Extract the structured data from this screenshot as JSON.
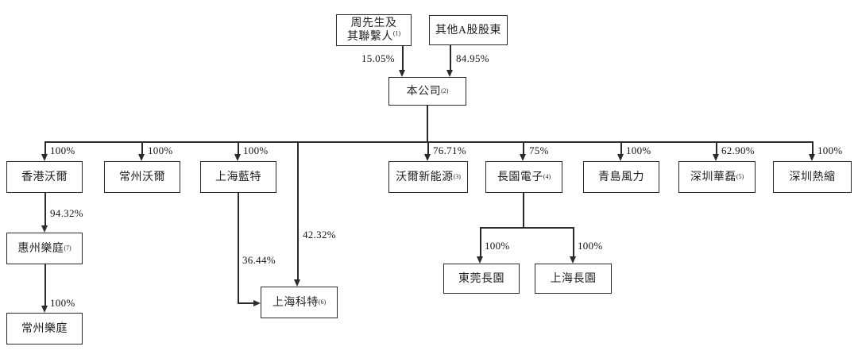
{
  "diagram": {
    "type": "shareholding-structure-chart",
    "colors": {
      "line": "#2b2b2b",
      "text": "#1f1f1f",
      "background": "#ffffff"
    },
    "nodes": {
      "zhou": {
        "line1": "周先生及",
        "line2": "其聯繫人",
        "footnote": "(1)"
      },
      "other_a": {
        "label": "其他A股股東",
        "footnote": ""
      },
      "company": {
        "label": "本公司",
        "footnote": "(2)"
      },
      "hk_wall": {
        "label": "香港沃爾",
        "footnote": ""
      },
      "cz_wall": {
        "label": "常州沃爾",
        "footnote": ""
      },
      "sh_lante": {
        "label": "上海藍特",
        "footnote": ""
      },
      "wall_ne": {
        "label": "沃爾新能源",
        "footnote": "(3)"
      },
      "cy_elec": {
        "label": "長園電子",
        "footnote": "(4)"
      },
      "qd_wind": {
        "label": "青島風力",
        "footnote": ""
      },
      "sz_hualei": {
        "label": "深圳華磊",
        "footnote": "(5)"
      },
      "sz_resuo": {
        "label": "深圳熱縮",
        "footnote": ""
      },
      "hz_leting": {
        "label": "惠州樂庭",
        "footnote": "(7)"
      },
      "cz_leting": {
        "label": "常州樂庭",
        "footnote": ""
      },
      "sh_kete": {
        "label": "上海科特",
        "footnote": "(6)"
      },
      "dg_cy": {
        "label": "東莞長園",
        "footnote": ""
      },
      "sh_cy": {
        "label": "上海長園",
        "footnote": ""
      }
    },
    "edges": {
      "zhou_company": {
        "from": "周先生及其聯繫人",
        "to": "本公司",
        "percent": "15.05%"
      },
      "other_company": {
        "from": "其他A股股東",
        "to": "本公司",
        "percent": "84.95%"
      },
      "company_hk_wall": {
        "from": "本公司",
        "to": "香港沃爾",
        "percent": "100%"
      },
      "company_cz_wall": {
        "from": "本公司",
        "to": "常州沃爾",
        "percent": "100%"
      },
      "company_sh_lante": {
        "from": "本公司",
        "to": "上海藍特",
        "percent": "100%"
      },
      "company_wall_ne": {
        "from": "本公司",
        "to": "沃爾新能源",
        "percent": "76.71%"
      },
      "company_cy_elec": {
        "from": "本公司",
        "to": "長園電子",
        "percent": "75%"
      },
      "company_qd_wind": {
        "from": "本公司",
        "to": "青島風力",
        "percent": "100%"
      },
      "company_sz_hualei": {
        "from": "本公司",
        "to": "深圳華磊",
        "percent": "62.90%"
      },
      "company_sz_resuo": {
        "from": "本公司",
        "to": "深圳熱縮",
        "percent": "100%"
      },
      "company_sh_kete": {
        "from": "本公司",
        "to": "上海科特",
        "percent": "42.32%"
      },
      "sh_lante_sh_kete": {
        "from": "上海藍特",
        "to": "上海科特",
        "percent": "36.44%"
      },
      "hk_wall_hz_leting": {
        "from": "香港沃爾",
        "to": "惠州樂庭",
        "percent": "94.32%"
      },
      "hz_leting_cz_leting": {
        "from": "惠州樂庭",
        "to": "常州樂庭",
        "percent": "100%"
      },
      "cy_elec_dg_cy": {
        "from": "長園電子",
        "to": "東莞長園",
        "percent": "100%"
      },
      "cy_elec_sh_cy": {
        "from": "長園電子",
        "to": "上海長園",
        "percent": "100%"
      }
    }
  }
}
